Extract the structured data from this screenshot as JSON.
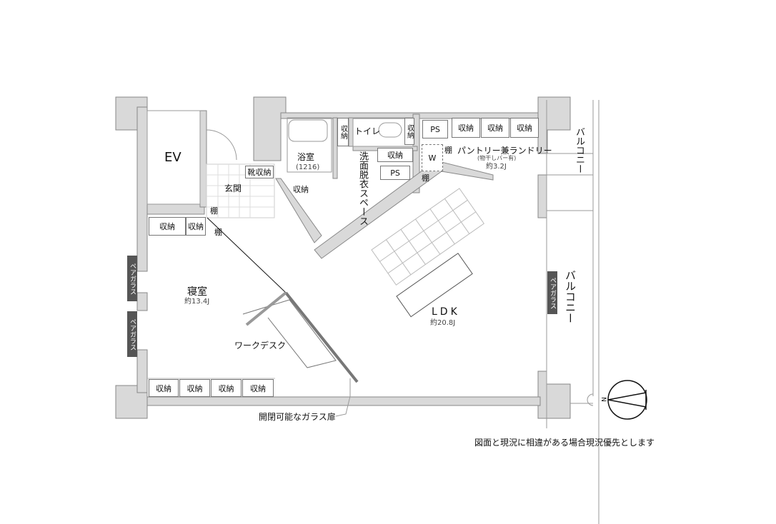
{
  "floorplan": {
    "rooms": {
      "ev": "EV",
      "entrance": "玄関",
      "bath": {
        "name": "浴室",
        "size": "(1216)"
      },
      "toilet": "トイレ",
      "washroom": "洗面脱衣スペース",
      "pantry": {
        "name": "パントリー兼ランドリー",
        "note": "(物干しバー有)",
        "size": "約3.2J"
      },
      "bedroom": {
        "name": "寝室",
        "size": "約13.4J"
      },
      "ldk": {
        "name": "LDK",
        "size": "約20.8J"
      },
      "balcony_top": "バルコニー",
      "balcony_right": "バルコニー"
    },
    "storage_labels": {
      "shoe": "靴収納",
      "storage": "収納",
      "shelf": "棚",
      "ps": "PS",
      "w": "W"
    },
    "glass_labels": [
      "ペアガラス",
      "ペアガラス",
      "ペアガラス"
    ],
    "annotations": {
      "work_desk": "ワークデスク",
      "glass_door": "開閉可能なガラス扉"
    },
    "compass": {
      "label": "N"
    },
    "footnote": "図面と現況に相違がある場合現況優先とします"
  }
}
